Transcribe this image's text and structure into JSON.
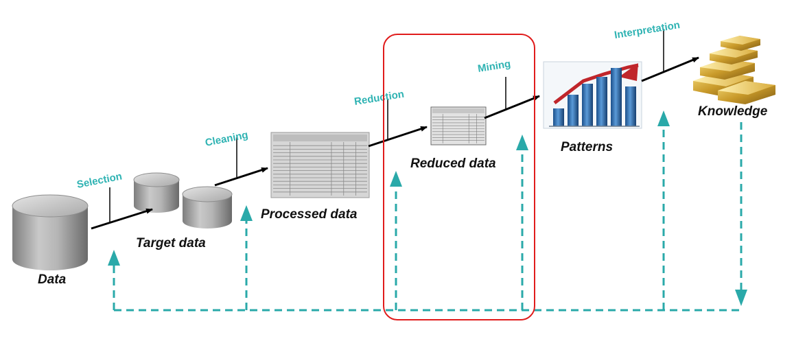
{
  "colors": {
    "accent_teal": "#2aa9a9",
    "highlight_red": "#e01b1b",
    "arrow_black": "#000000"
  },
  "nodes": {
    "data": "Data",
    "target": "Target data",
    "processed": "Processed data",
    "reduced": "Reduced data",
    "patterns": "Patterns",
    "knowledge": "Knowledge"
  },
  "steps": {
    "selection": "Selection",
    "cleaning": "Cleaning",
    "reduction": "Reduction",
    "mining": "Mining",
    "interpretation": "Interpretation"
  },
  "icons": {
    "data": "database-cylinder-icon",
    "target": "stacked-cylinders-icon",
    "processed": "spreadsheet-icon",
    "reduced": "small-spreadsheet-icon",
    "patterns": "bar-chart-icon",
    "knowledge": "gold-bars-icon"
  }
}
